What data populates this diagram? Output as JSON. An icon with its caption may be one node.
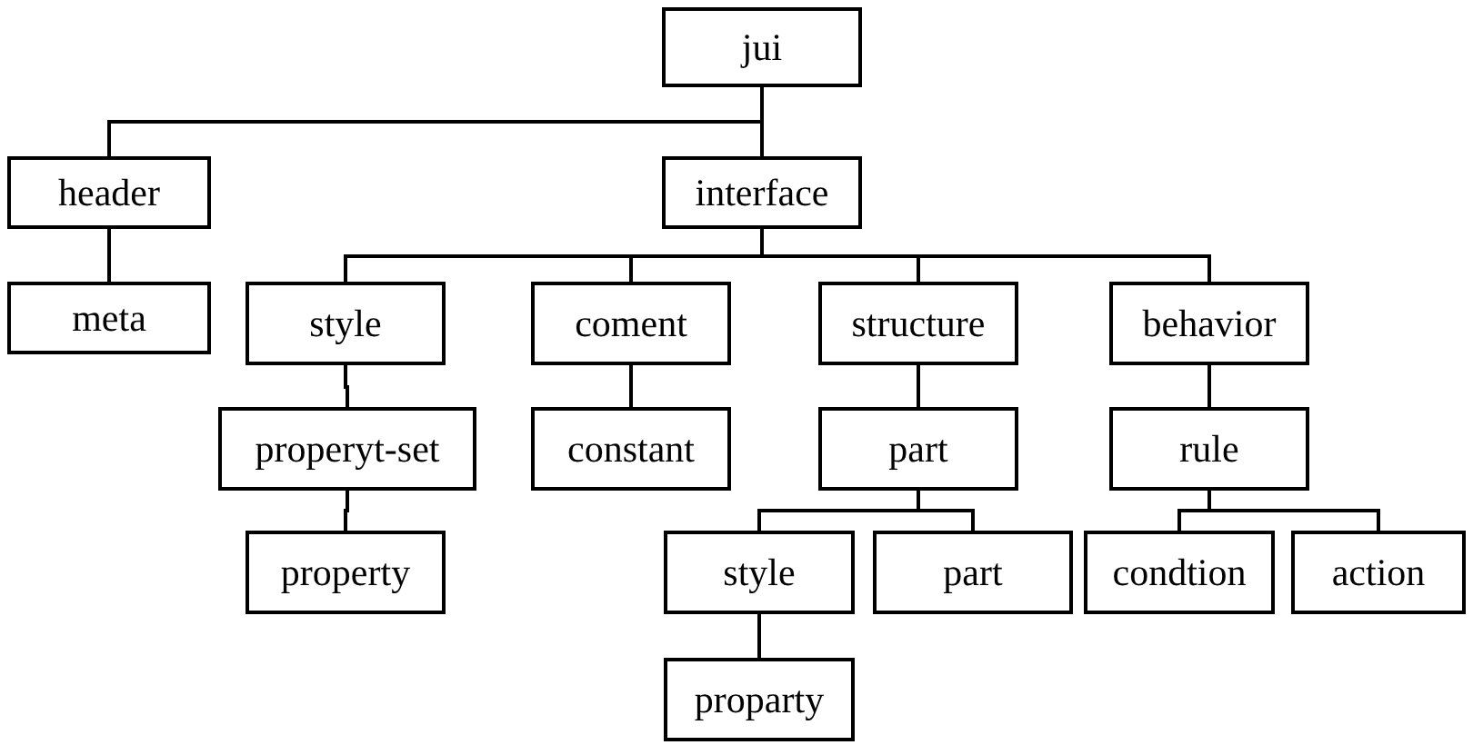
{
  "diagram": {
    "nodes": [
      {
        "text": [
          "jui"
        ]
      },
      {
        "text": [
          "header"
        ]
      },
      {
        "text": [
          "interface"
        ]
      },
      {
        "text": [
          "meta"
        ]
      },
      {
        "text": [
          "style"
        ]
      },
      {
        "text": [
          "coment"
        ]
      },
      {
        "text": [
          "structure"
        ]
      },
      {
        "text": [
          "behavior"
        ]
      },
      {
        "text": [
          "properyt-set"
        ]
      },
      {
        "text": [
          "constant"
        ]
      },
      {
        "text": [
          "part"
        ]
      },
      {
        "text": [
          "rule"
        ]
      },
      {
        "text": [
          "property"
        ]
      },
      {
        "text": [
          "style"
        ]
      },
      {
        "text": [
          "part"
        ]
      },
      {
        "text": [
          "condtion"
        ]
      },
      {
        "text": [
          "action"
        ]
      },
      {
        "text": [
          "proparty"
        ]
      }
    ],
    "edges": [
      {
        "from": 0,
        "to": 1,
        "arrow": "none"
      },
      {
        "from": 0,
        "to": 2,
        "arrow": "none"
      },
      {
        "from": 1,
        "to": 3,
        "arrow": "none"
      },
      {
        "from": 2,
        "to": 4,
        "arrow": "none"
      },
      {
        "from": 2,
        "to": 5,
        "arrow": "none"
      },
      {
        "from": 2,
        "to": 6,
        "arrow": "none"
      },
      {
        "from": 2,
        "to": 7,
        "arrow": "none"
      },
      {
        "from": 4,
        "to": 8,
        "arrow": "none"
      },
      {
        "from": 5,
        "to": 9,
        "arrow": "none"
      },
      {
        "from": 6,
        "to": 10,
        "arrow": "none"
      },
      {
        "from": 7,
        "to": 11,
        "arrow": "none"
      },
      {
        "from": 8,
        "to": 12,
        "arrow": "none"
      },
      {
        "from": 10,
        "to": 13,
        "arrow": "none"
      },
      {
        "from": 10,
        "to": 14,
        "arrow": "none"
      },
      {
        "from": 11,
        "to": 15,
        "arrow": "none"
      },
      {
        "from": 11,
        "to": 16,
        "arrow": "none"
      },
      {
        "from": 13,
        "to": 17,
        "arrow": "none"
      }
    ]
  }
}
